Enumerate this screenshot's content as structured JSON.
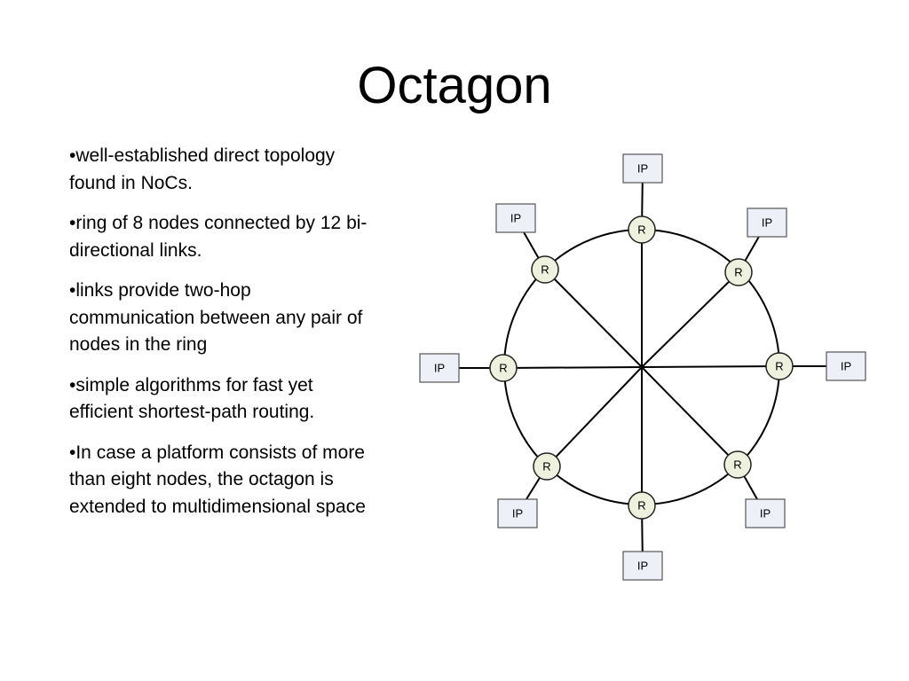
{
  "title": "Octagon",
  "bullets": [
    "•well-established direct topology found in NoCs.",
    "•ring of 8 nodes connected by 12 bi-directional links.",
    "•links provide two-hop communication between any pair of nodes in the ring",
    "•simple algorithms for fast yet efficient shortest-path routing.",
    "•In case a platform consists of more than eight nodes, the octagon is extended to multidimensional space"
  ],
  "diagram": {
    "router_label": "R",
    "ip_label": "IP",
    "nodes": [
      {
        "id": "top",
        "router": "R",
        "ip": "IP"
      },
      {
        "id": "top-right",
        "router": "R",
        "ip": "IP"
      },
      {
        "id": "right",
        "router": "R",
        "ip": "IP"
      },
      {
        "id": "bottom-right",
        "router": "R",
        "ip": "IP"
      },
      {
        "id": "bottom",
        "router": "R",
        "ip": "IP"
      },
      {
        "id": "bottom-left",
        "router": "R",
        "ip": "IP"
      },
      {
        "id": "left",
        "router": "R",
        "ip": "IP"
      },
      {
        "id": "top-left",
        "router": "R",
        "ip": "IP"
      }
    ],
    "colors": {
      "router_fill": "#eef1de",
      "ip_fill": "#eef0f8",
      "line": "#000000"
    }
  }
}
